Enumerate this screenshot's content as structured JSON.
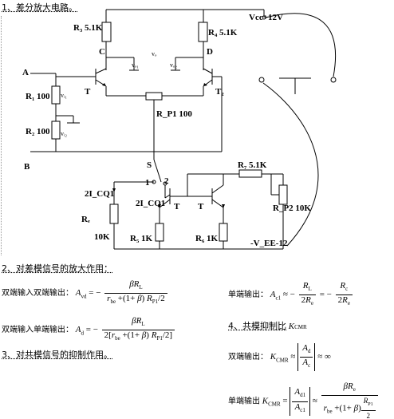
{
  "headings": {
    "h1": "1、差分放大电路。",
    "h2": "2、对差模信号的放大作用：",
    "h3": "3、对共模信号的抑制作用。",
    "h4": "4、共模抑制比"
  },
  "circuit": {
    "r3": "R₃ 5.1K",
    "r4": "R₄ 5.1K",
    "vcc": "Vcc+12V",
    "node_c": "C",
    "node_d": "D",
    "vo": "vₒ",
    "vc1": "vₒ₁",
    "vc2": "vₒ₂",
    "node_a": "A",
    "node_b": "B",
    "t1": "T",
    "t2": "T₂",
    "r1": "R₁ 100",
    "r2": "R₂ 100",
    "vi1": "vᵢ₁",
    "vi2": "vᵢ₂",
    "rp1": "R_P1 100",
    "switch_s": "S",
    "sw_1": "1",
    "sw_2": "2",
    "icq1": "2I_CQ1",
    "icq2": "2I_CQ1",
    "re": "Rₑ",
    "re_val": "10K",
    "t_a": "T",
    "t_b": "T",
    "r5": "R₅ 1K",
    "r6": "R₆ 1K",
    "r7": "R₇ 5.1K",
    "rp2": "R_P2 10K",
    "vee": "-V_EE-12"
  },
  "formulas": {
    "f1_label": "双端输入双端输出：",
    "f2_label": "双端输入单端输出：",
    "f3_label": "单端输出：",
    "f4_label": "双端输出：",
    "f5_label": "单端输出"
  }
}
